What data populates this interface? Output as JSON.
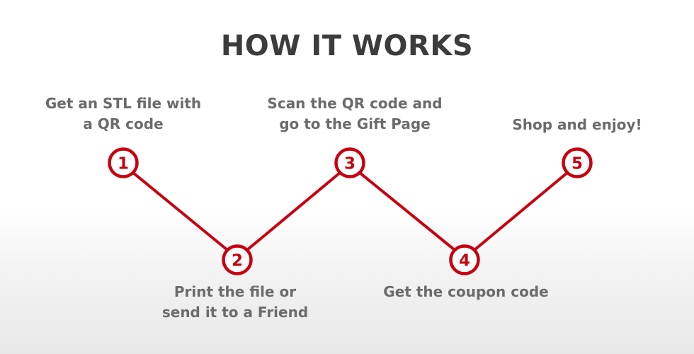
{
  "title": "HOW IT WORKS",
  "accent_color": "#c8000f",
  "text_color": "#6b6b6b",
  "title_color": "#3c3c3c",
  "steps": [
    {
      "number": "1",
      "lines": [
        "Get an STL file with",
        "a QR code"
      ],
      "position": "top"
    },
    {
      "number": "2",
      "lines": [
        "Print the file or",
        "send it to a Friend"
      ],
      "position": "bottom"
    },
    {
      "number": "3",
      "lines": [
        "Scan the QR code and",
        "go to the Gift Page"
      ],
      "position": "top"
    },
    {
      "number": "4",
      "lines": [
        "Get the coupon code"
      ],
      "position": "bottom"
    },
    {
      "number": "5",
      "lines": [
        "Shop and enjoy!"
      ],
      "position": "top"
    }
  ]
}
